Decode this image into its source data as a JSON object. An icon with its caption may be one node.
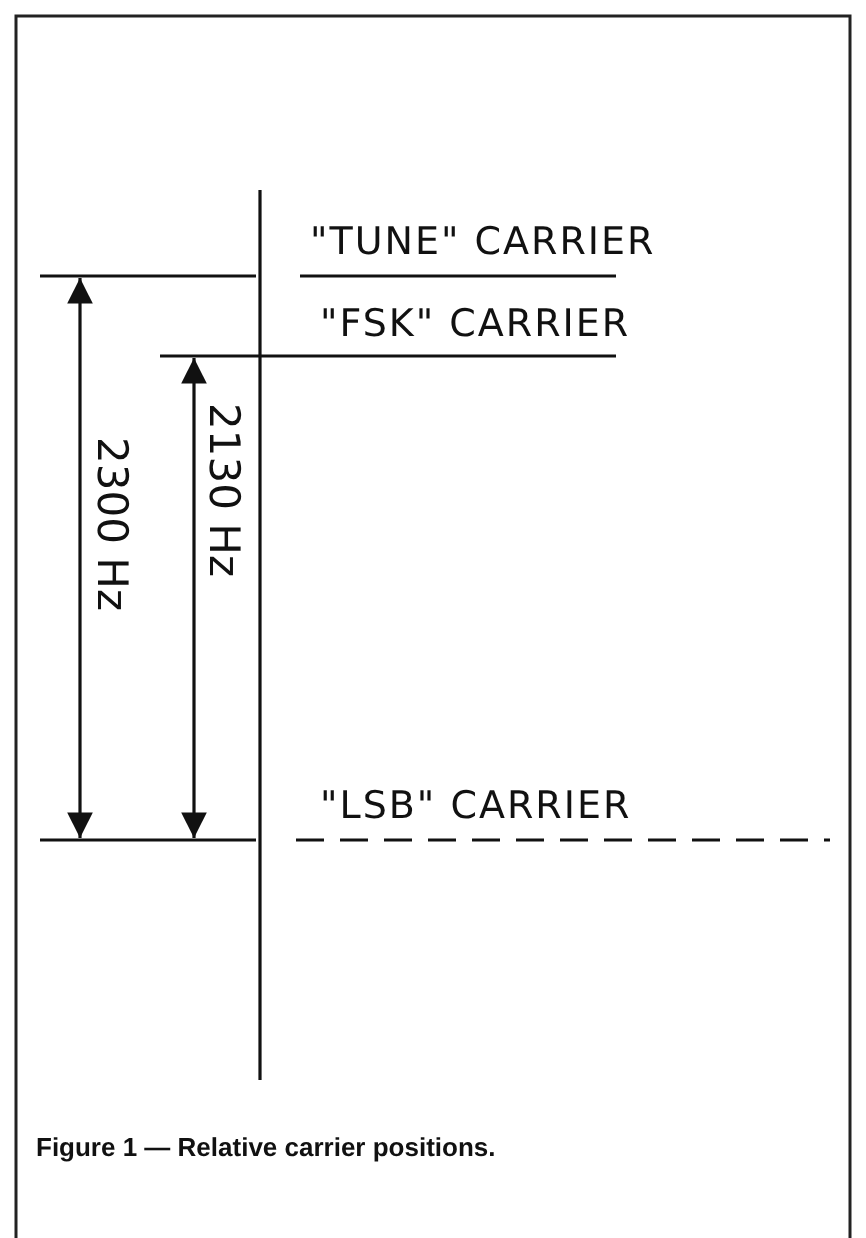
{
  "diagram": {
    "caption": "Figure 1 — Relative carrier positions.",
    "labels": [
      "\"TUNE\" CARRIER",
      "\"FSK\" CARRIER",
      "2300 Hz",
      "2130 Hz",
      "\"LSB\" CARRIER"
    ]
  }
}
